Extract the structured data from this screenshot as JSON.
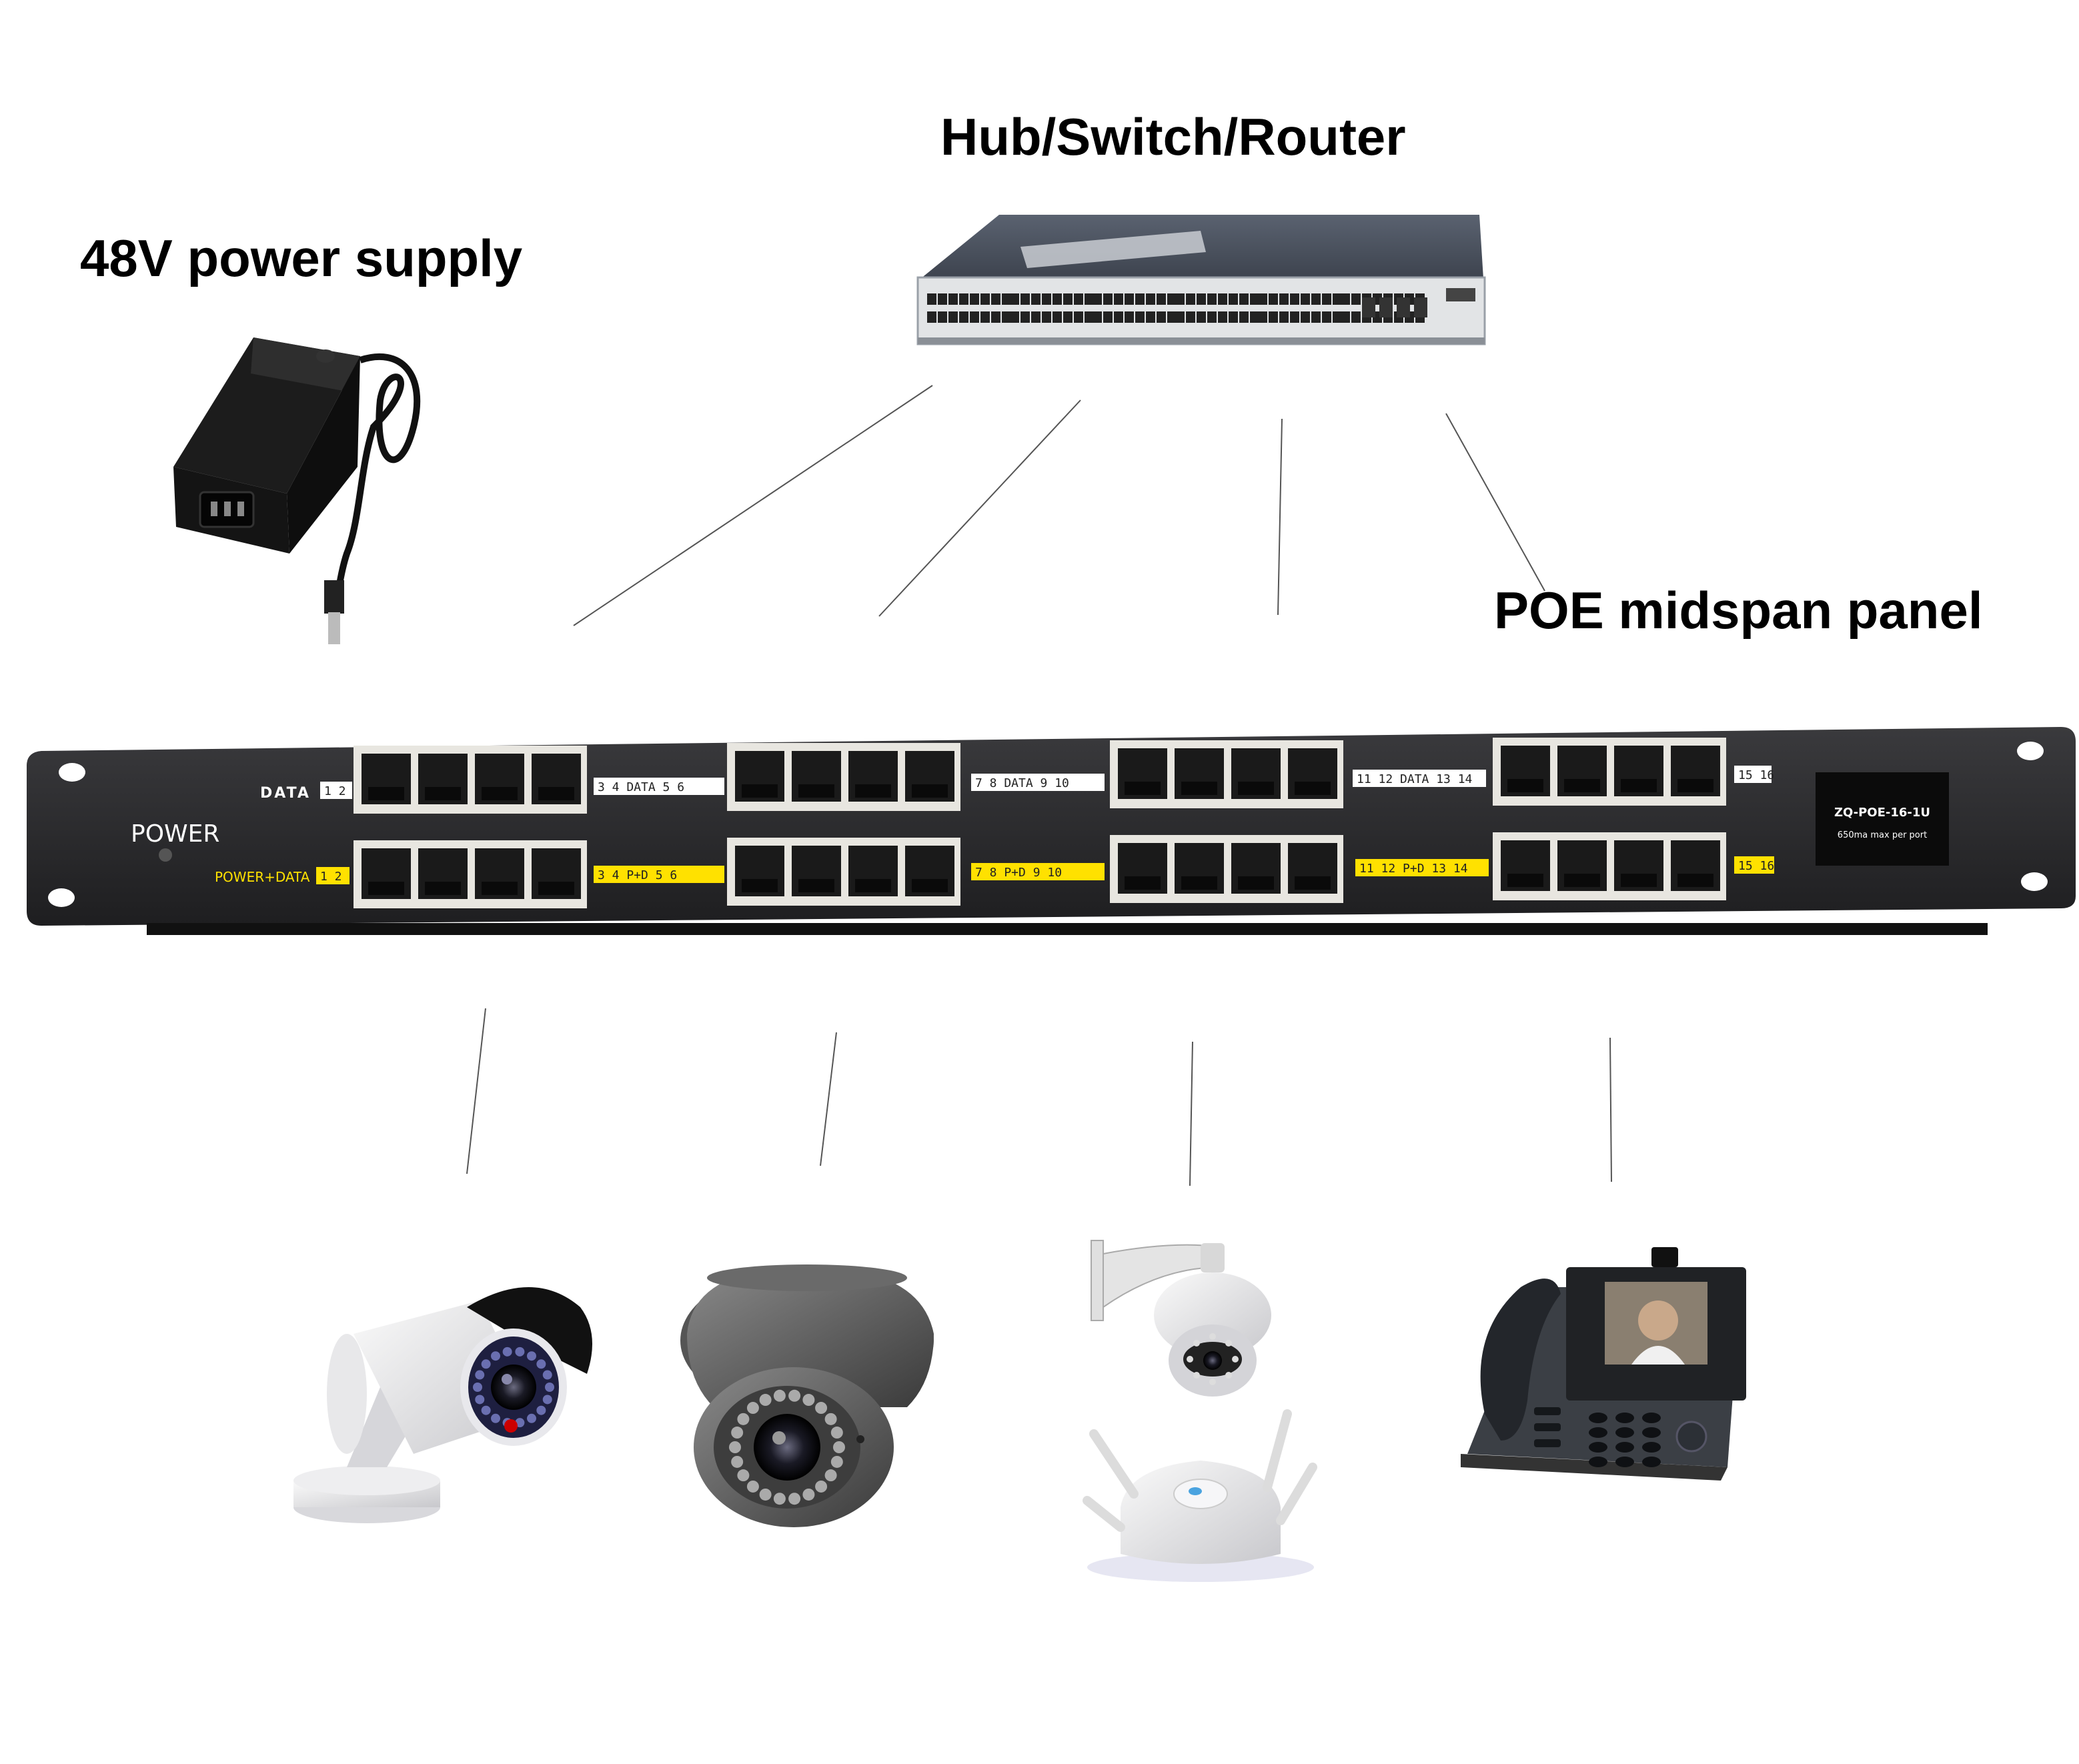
{
  "labels": {
    "switch": "Hub/Switch/Router",
    "power_supply": "48V power supply",
    "poe_panel": "POE midspan panel"
  },
  "panel": {
    "power_label": "POWER",
    "data_row_label": "DATA",
    "power_data_row_label": "POWER+DATA",
    "model": "ZQ-POE-16-1U",
    "rating": "650ma max per port",
    "data_tags": [
      "1 2",
      "3 4 DATA 5 6",
      "7 8 DATA 9 10",
      "11 12 DATA 13 14",
      "15 16"
    ],
    "pd_tags": [
      "1 2",
      "3 4 P+D 5 6",
      "7 8 P+D 9 10",
      "11 12 P+D 13 14",
      "15 16"
    ]
  },
  "devices": [
    {
      "name": "bullet-camera"
    },
    {
      "name": "dome-camera"
    },
    {
      "name": "ptz-camera"
    },
    {
      "name": "wireless-access-point"
    },
    {
      "name": "ip-video-phone"
    }
  ],
  "colors": {
    "panel_body": "#2a2a2c",
    "tag_yellow": "#ffe100",
    "port_frame": "#e8e6e0"
  }
}
